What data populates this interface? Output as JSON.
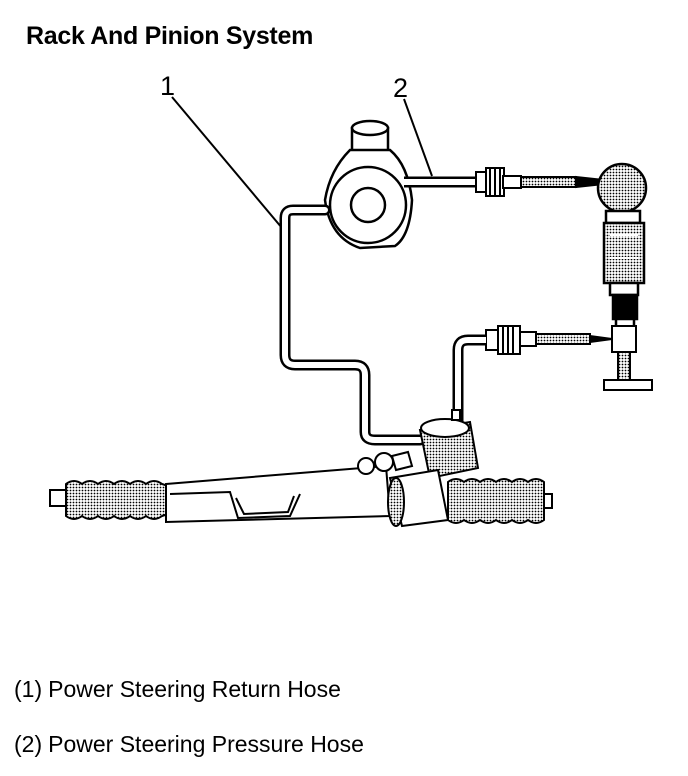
{
  "title": "Rack And Pinion System",
  "callouts": {
    "c1": "1",
    "c2": "2"
  },
  "legend": [
    {
      "num": "(1)",
      "text": "Power Steering Return Hose"
    },
    {
      "num": "(2)",
      "text": "Power Steering Pressure Hose"
    }
  ]
}
